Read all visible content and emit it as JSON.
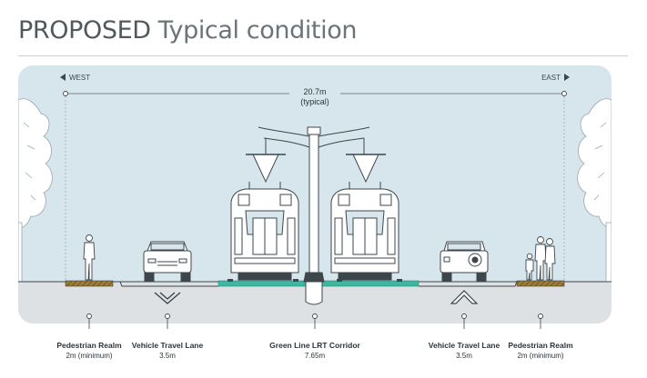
{
  "title": {
    "bold": "PROPOSED",
    "light": "Typical condition"
  },
  "directions": {
    "west": "WEST",
    "east": "EAST"
  },
  "dimension": {
    "value": "20.7m",
    "note": "(typical)"
  },
  "zones": [
    {
      "name": "Pedestrian Realm",
      "width": "2m (minimum)"
    },
    {
      "name": "Vehicle Travel Lane",
      "width": "3.5m"
    },
    {
      "name": "Green Line LRT Corridor",
      "width": "7.65m"
    },
    {
      "name": "Vehicle Travel Lane",
      "width": "3.5m"
    },
    {
      "name": "Pedestrian Realm",
      "width": "2m (minimum)"
    }
  ],
  "colors": {
    "sky": "#d6e6ec",
    "ground": "#dde1e3",
    "lrt_green": "#3fb7a0",
    "planting": "#8a6a2a",
    "outline": "#3d474b"
  }
}
